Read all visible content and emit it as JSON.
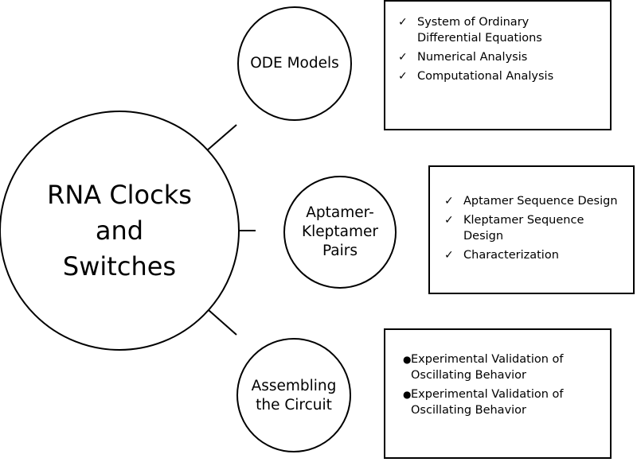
{
  "main_topic": {
    "title_line1": "RNA Clocks",
    "title_line2": "and",
    "title_line3": "Switches"
  },
  "branches": [
    {
      "label_line1": "ODE Models",
      "items": [
        {
          "marker": "check-icon",
          "line1": "System of Ordinary",
          "line2": "Differential Equations"
        },
        {
          "marker": "check-icon",
          "line1": "Numerical Analysis"
        },
        {
          "marker": "check-icon",
          "line1": "Computational Analysis"
        }
      ]
    },
    {
      "label_line1": "Aptamer-",
      "label_line2": "Kleptamer",
      "label_line3": "Pairs",
      "items": [
        {
          "marker": "check-icon",
          "line1": "Aptamer Sequence Design"
        },
        {
          "marker": "check-icon",
          "line1": "Kleptamer Sequence",
          "line2": "Design"
        },
        {
          "marker": "check-icon",
          "line1": "Characterization"
        }
      ]
    },
    {
      "label_line1": "Assembling",
      "label_line2": "the Circuit",
      "items": [
        {
          "marker": "bullet-icon",
          "line1": "Experimental Validation of",
          "line2": "Oscillating Behavior"
        },
        {
          "marker": "bullet-icon",
          "line1": "Experimental Validation of",
          "line2": "Oscillating Behavior"
        }
      ]
    }
  ]
}
